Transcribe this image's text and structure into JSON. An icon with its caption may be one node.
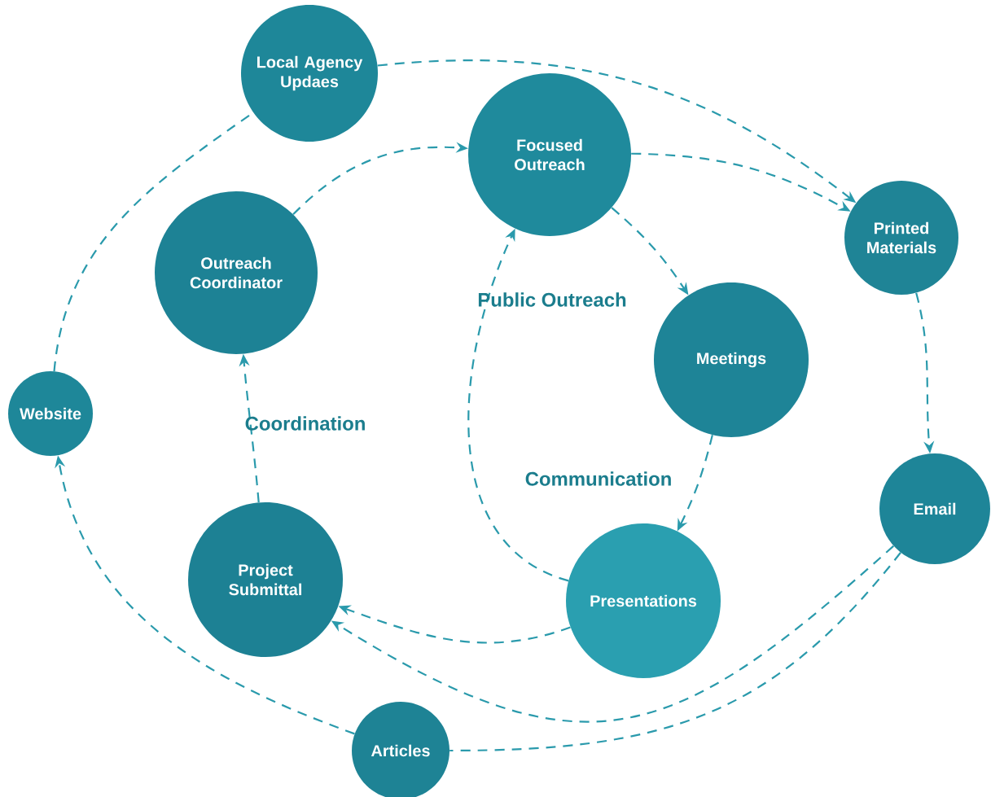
{
  "diagram": {
    "nodes": [
      {
        "text": [
          "Local Agency Updaes"
        ]
      },
      {
        "text": [
          "Focused Outreach"
        ]
      },
      {
        "text": [
          "Printed Materials"
        ]
      },
      {
        "text": [
          "Outreach Coordinator"
        ]
      },
      {
        "text": [
          "Meetings"
        ]
      },
      {
        "text": [
          "Website"
        ]
      },
      {
        "text": [
          "Email"
        ]
      },
      {
        "text": [
          "Project Submittal"
        ]
      },
      {
        "text": [
          "Presentations"
        ]
      },
      {
        "text": [
          "Articles"
        ]
      }
    ],
    "edges": [
      {
        "from": 0,
        "to": 2,
        "arrow": "to",
        "style": "dashed"
      },
      {
        "from": 1,
        "to": 2,
        "arrow": "to",
        "style": "dashed"
      },
      {
        "from": 3,
        "to": 1,
        "arrow": "to",
        "style": "dashed"
      },
      {
        "from": 1,
        "to": 4,
        "arrow": "to",
        "style": "dashed"
      },
      {
        "from": 4,
        "to": 8,
        "arrow": "to",
        "style": "dashed"
      },
      {
        "from": 8,
        "to": 1,
        "arrow": "to",
        "style": "dashed"
      },
      {
        "from": 8,
        "to": 7,
        "arrow": "to",
        "style": "dashed"
      },
      {
        "from": 6,
        "to": 7,
        "arrow": "to",
        "style": "dashed"
      },
      {
        "from": 6,
        "to": 9,
        "arrow": "none",
        "style": "dashed"
      },
      {
        "from": 9,
        "to": 5,
        "arrow": "to",
        "style": "dashed"
      },
      {
        "from": 5,
        "to": 0,
        "arrow": "none",
        "style": "dashed"
      },
      {
        "from": 7,
        "to": 3,
        "arrow": "to",
        "style": "dashed"
      },
      {
        "from": 2,
        "to": 6,
        "arrow": "to",
        "style": "dashed"
      }
    ],
    "labels": [
      "Public Outreach",
      "Coordination",
      "Communication"
    ]
  }
}
